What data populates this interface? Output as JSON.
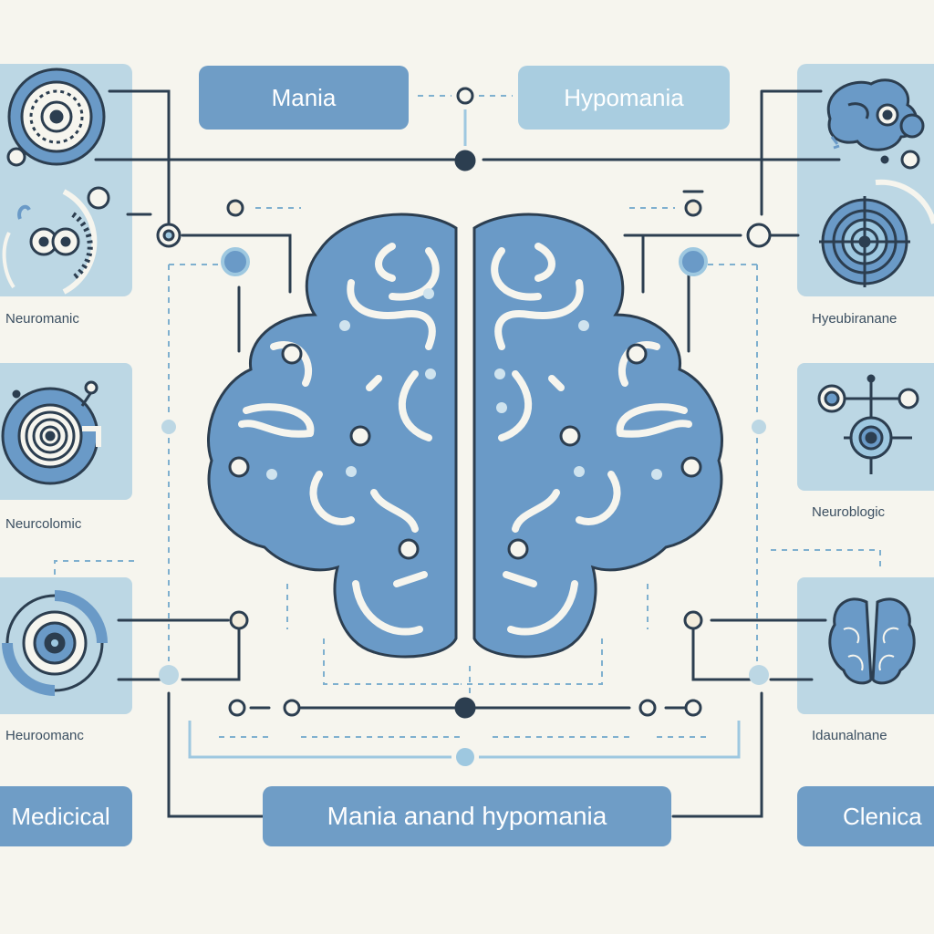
{
  "title_labels": {
    "mania": "Mania",
    "hypomania": "Hypomania",
    "footer": "Mania anand hypomania"
  },
  "side_captions": {
    "left_top": "Neuromanic",
    "left_middle": "Neurcolomic",
    "left_bottom": "Heuroomanc",
    "right_top": "Hyeubiranane",
    "right_middle": "Neuroblogic",
    "right_bottom": "Idaunalnane"
  },
  "corner_labels": {
    "left": "Medicical",
    "right": "Clenica"
  },
  "icons": {
    "central": "brain-icon",
    "left_top_1": "target-icon",
    "left_top_2": "molecule-icon",
    "left_middle": "target-icon",
    "left_bottom": "eye-target-icon",
    "right_top_1": "brain-icon",
    "right_top_2": "target-icon",
    "right_middle": "network-node-icon",
    "right_bottom": "brain-icon",
    "clinic": "stethoscope-icon"
  },
  "colors": {
    "background": "#f6f5ee",
    "brain_fill": "#6a9ac7",
    "dark_line": "#2c3e50",
    "panel": "#bcd7e4",
    "pill_dark": "#6f9dc6",
    "pill_light": "#a9cde0",
    "accent_light": "#9ec8e0"
  }
}
